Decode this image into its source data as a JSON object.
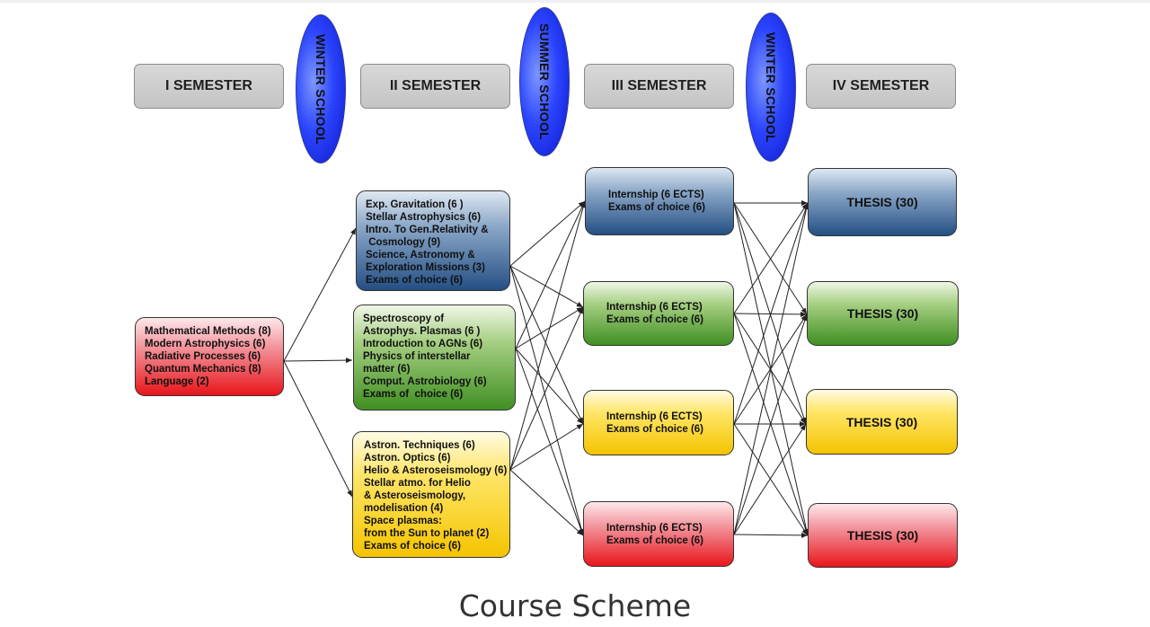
{
  "semesters": [
    "I SEMESTER",
    "II SEMESTER",
    "III SEMESTER",
    "IV SEMESTER"
  ],
  "schools": [
    "WINTER SCHOOL",
    "SUMMER SCHOOL",
    "WINTER SCHOOL"
  ],
  "semester1": {
    "lines": [
      "Mathematical Methods (8)",
      "Modern Astrophysics (6)",
      "Radiative Processes (6)",
      "Quantum Mechanics (8)",
      "Language (2)"
    ]
  },
  "semester2": {
    "blue": [
      "Exp. Gravitation (6 )",
      "Stellar Astrophysics (6)",
      "Intro. To Gen.Relativity &",
      " Cosmology (9)",
      "Science, Astronomy &",
      "Exploration Missions (3)",
      "Exams of choice (6)"
    ],
    "green": [
      "Spectroscopy of",
      "Astrophys. Plasmas (6 )",
      "Introduction to AGNs (6)",
      "Physics of interstellar",
      "matter (6)",
      "Comput. Astrobiology (6)",
      "Exams of  choice (6)"
    ],
    "yellow": [
      "Astron. Techniques (6)",
      "Astron. Optics (6)",
      "Helio & Asteroseismology (6)",
      "Stellar atmo. for Helio",
      "& Asteroseismology,",
      "modelisation (4)",
      "Space plasmas:",
      "from the Sun to planet (2)",
      "Exams of choice (6)"
    ]
  },
  "semester3": {
    "blue": [
      "Internship (6 ECTS)",
      "Exams of choice (6)"
    ],
    "green": [
      "Internship (6 ECTS)",
      "Exams of choice (6)"
    ],
    "yellow": [
      "Internship (6 ECTS)",
      "Exams of choice (6)"
    ],
    "red": [
      "Internship (6 ECTS)",
      "Exams of choice (6)"
    ]
  },
  "semester4": {
    "blue": "THESIS (30)",
    "green": "THESIS (30)",
    "yellow": "THESIS (30)",
    "red": "THESIS (30)"
  },
  "colors": {
    "blue": "#244f84",
    "green": "#3f8f22",
    "yellow": "#f4c400",
    "red": "#e8151b",
    "school": "#2b44ff",
    "semester_header": "#c8c8c8"
  },
  "caption": "Course Scheme"
}
